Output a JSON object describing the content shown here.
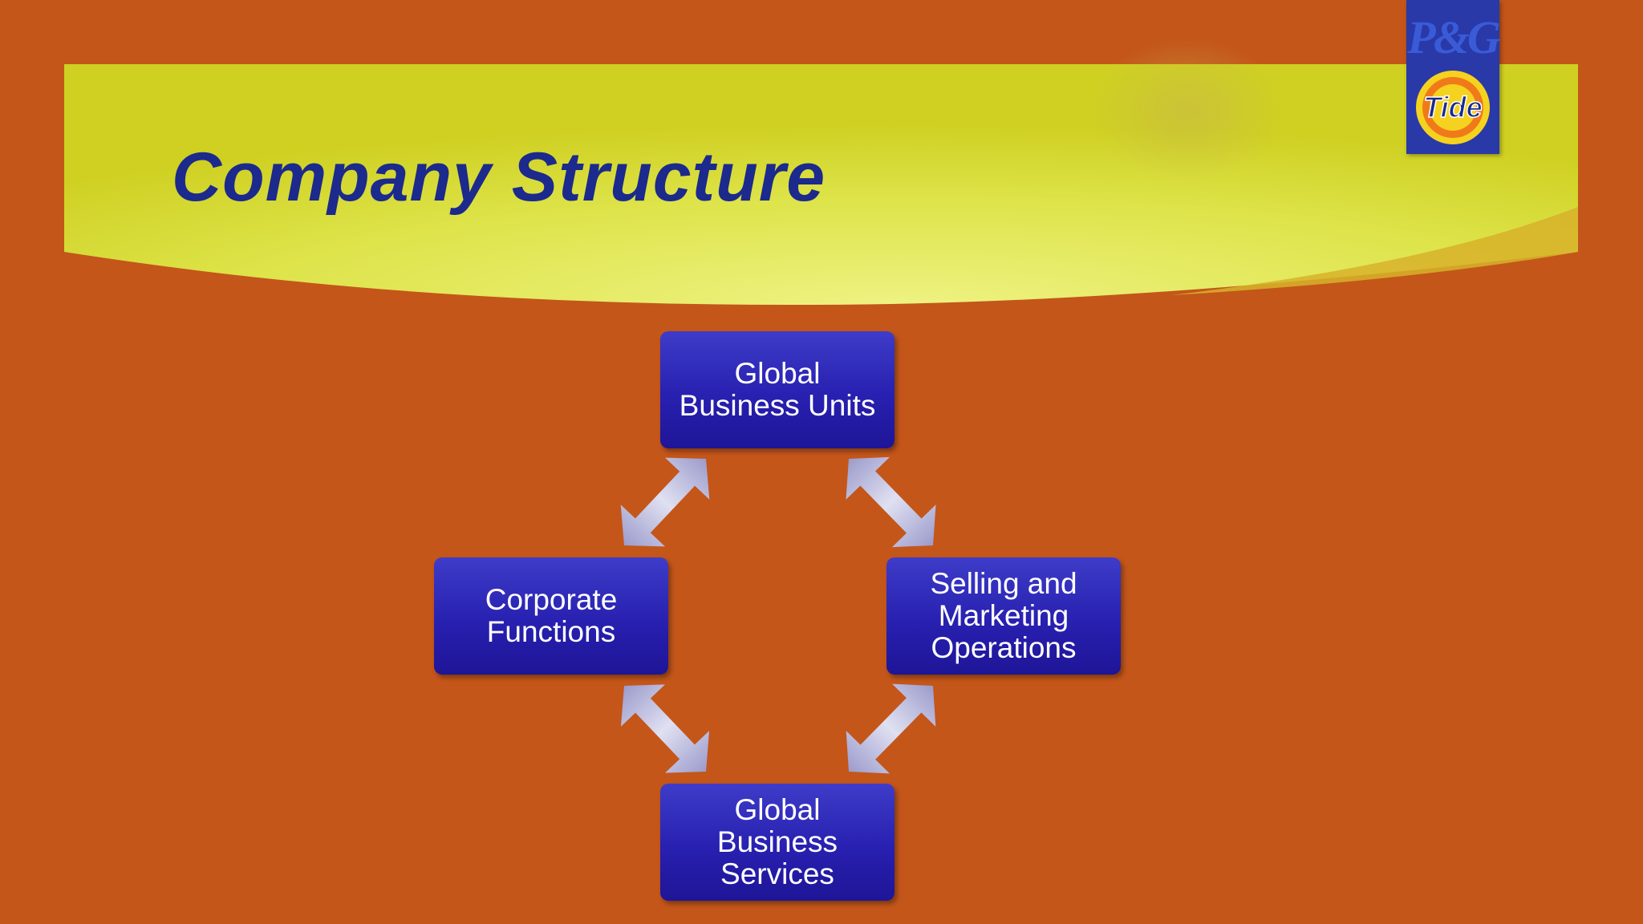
{
  "slide": {
    "title": "Company Structure",
    "logo": {
      "brand_text": "P&G",
      "product_text": "Tide"
    }
  },
  "diagram": {
    "nodes": [
      {
        "id": "top",
        "label": "Global\nBusiness Units"
      },
      {
        "id": "left",
        "label": "Corporate\nFunctions"
      },
      {
        "id": "right",
        "label": "Selling and\nMarketing\nOperations"
      },
      {
        "id": "bottom",
        "label": "Global\nBusiness\nServices"
      }
    ],
    "edges": [
      {
        "from": "top",
        "to": "left",
        "direction": "both"
      },
      {
        "from": "top",
        "to": "right",
        "direction": "both"
      },
      {
        "from": "left",
        "to": "bottom",
        "direction": "both"
      },
      {
        "from": "right",
        "to": "bottom",
        "direction": "both"
      }
    ]
  },
  "colors": {
    "background": "#C4561A",
    "banner": "#D8DC3A",
    "title": "#1B2A8C",
    "node": "#2A23B5",
    "arrow": "#B8B8DE"
  }
}
